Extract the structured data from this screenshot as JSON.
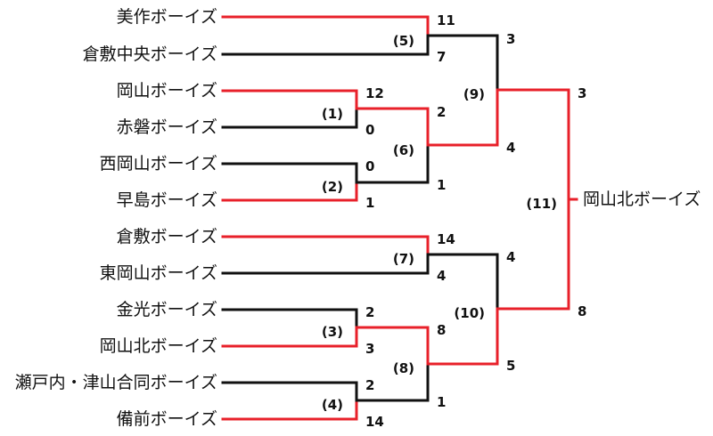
{
  "teams": [
    "美作ボーイズ",
    "倉敷中央ボーイズ",
    "岡山ボーイズ",
    "赤磐ボーイズ",
    "西岡山ボーイズ",
    "早島ボーイズ",
    "倉敷ボーイズ",
    "東岡山ボーイズ",
    "金光ボーイズ",
    "岡山北ボーイズ",
    "瀬戸内・津山合同ボーイズ",
    "備前ボーイズ"
  ],
  "matches": {
    "m1": {
      "label": "(1)",
      "score_top": "12",
      "score_bottom": "0"
    },
    "m2": {
      "label": "(2)",
      "score_top": "0",
      "score_bottom": "1"
    },
    "m3": {
      "label": "(3)",
      "score_top": "2",
      "score_bottom": "3"
    },
    "m4": {
      "label": "(4)",
      "score_top": "2",
      "score_bottom": "14"
    },
    "m5": {
      "label": "(5)",
      "score_top": "11",
      "score_bottom": "7"
    },
    "m6": {
      "label": "(6)",
      "score_top": "2",
      "score_bottom": "1"
    },
    "m7": {
      "label": "(7)",
      "score_top": "14",
      "score_bottom": "4"
    },
    "m8": {
      "label": "(8)",
      "score_top": "8",
      "score_bottom": "1"
    },
    "m9": {
      "label": "(9)",
      "score_top": "3",
      "score_bottom": "4"
    },
    "m10": {
      "label": "(10)",
      "score_top": "4",
      "score_bottom": "5"
    },
    "m11": {
      "label": "(11)",
      "score_top": "3",
      "score_bottom": "8"
    }
  },
  "champion": "岡山北ボーイズ",
  "colors": {
    "winner_path": "#e8202a",
    "loser_path": "#111111"
  }
}
